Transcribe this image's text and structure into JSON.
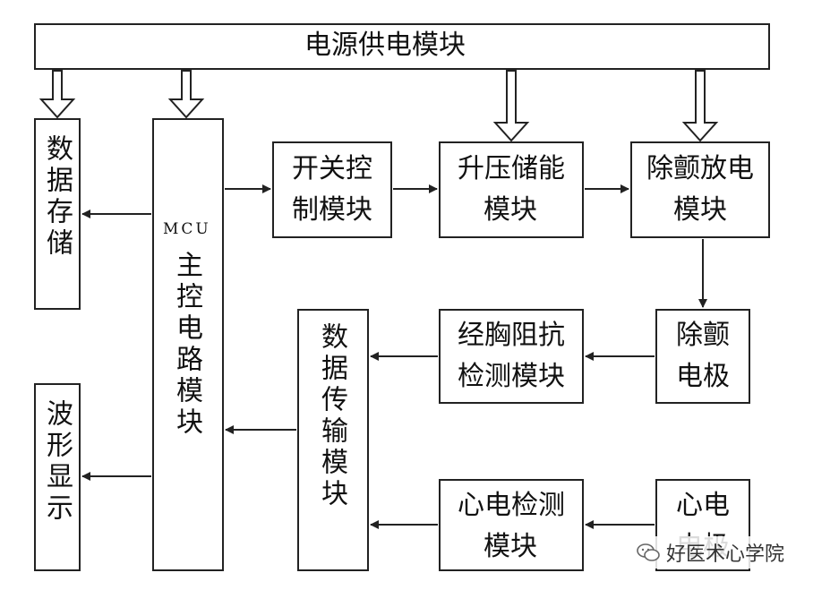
{
  "diagram": {
    "power_module": "电源供电模块",
    "data_storage": "数据存储",
    "waveform_display": "波形显示",
    "mcu_tag": "MCU",
    "mcu_main": "主控电路模块",
    "switch_control": [
      "开关控",
      "制模块"
    ],
    "boost_storage": [
      "升压储能",
      "模块"
    ],
    "defib_discharge": [
      "除颤放电",
      "模块"
    ],
    "defib_electrode": [
      "除颤",
      "电极"
    ],
    "impedance_detect": [
      "经胸阻抗",
      "检测模块"
    ],
    "data_transfer": "数据传输模块",
    "ecg_detect": [
      "心电检测",
      "模块"
    ],
    "ecg_electrode": [
      "心电",
      "电极"
    ]
  },
  "watermark": {
    "text": "好医术心学院",
    "icon": "wechat-icon"
  }
}
